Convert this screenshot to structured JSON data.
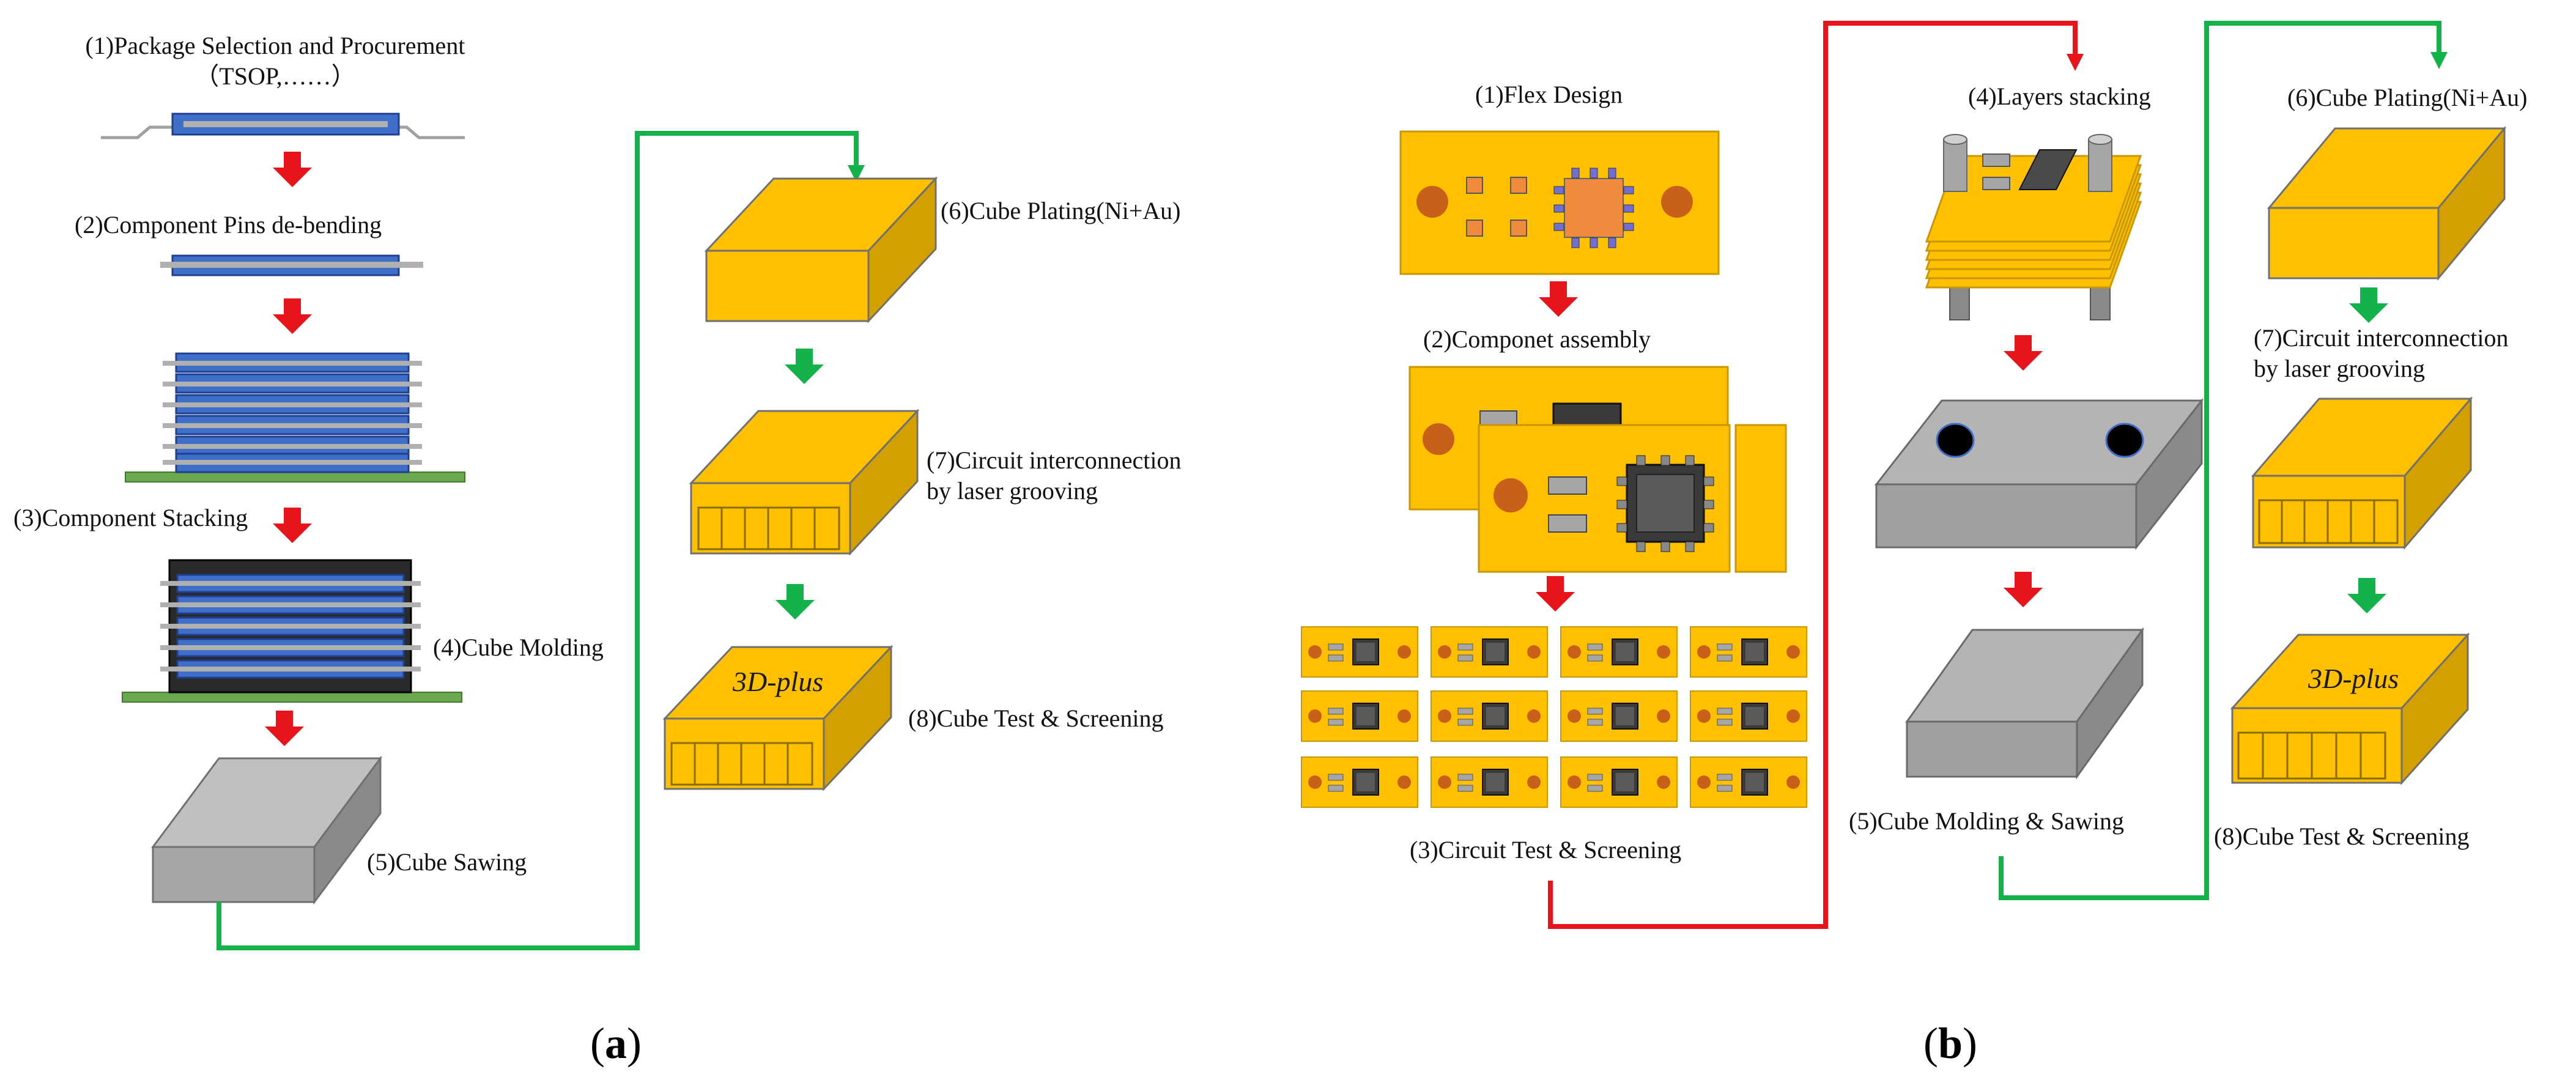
{
  "panel_a": {
    "step1": "(1)Package Selection and Procurement",
    "step1_sub": "（TSOP,……）",
    "step2": "(2)Component Pins de-bending",
    "step3": "(3)Component Stacking",
    "step4": "(4)Cube Molding",
    "step5": "(5)Cube Sawing",
    "step6": "(6)Cube Plating(Ni+Au)",
    "step7_line1": "(7)Circuit interconnection",
    "step7_line2": "by laser grooving",
    "step8": "(8)Cube Test & Screening",
    "brand": "3D-plus",
    "caption_open": "(",
    "caption_letter": "a",
    "caption_close": ")"
  },
  "panel_b": {
    "step1": "(1)Flex Design",
    "step2": "(2)Componet assembly",
    "step3": "(3)Circuit Test & Screening",
    "step4": "(4)Layers stacking",
    "step5": "(5)Cube Molding & Sawing",
    "step6": "(6)Cube Plating(Ni+Au)",
    "step7_line1": "(7)Circuit interconnection",
    "step7_line2": "by laser grooving",
    "step8": "(8)Cube Test & Screening",
    "brand": "3D-plus",
    "caption_open": "(",
    "caption_letter": "b",
    "caption_close": ")"
  },
  "colors": {
    "red_arrow": "#e8141c",
    "green_arrow": "#13b24a",
    "gold": "#ffc000",
    "gold_dark": "#d4a000",
    "gray": "#a6a6a6",
    "blue_pkg": "#3f6fc9",
    "pcb_green": "#6aa84f"
  }
}
